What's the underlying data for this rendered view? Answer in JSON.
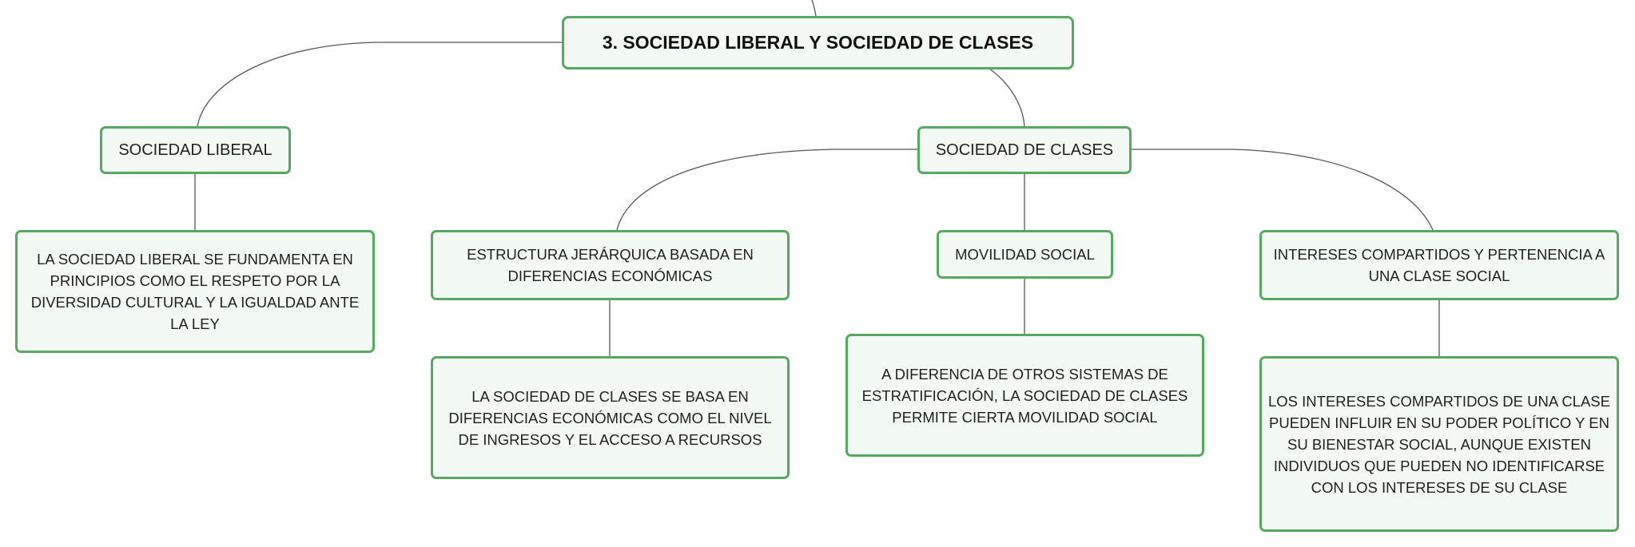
{
  "mindmap": {
    "root": {
      "label": "3. SOCIEDAD LIBERAL Y SOCIEDAD DE CLASES"
    },
    "branches": [
      {
        "label": "SOCIEDAD LIBERAL",
        "children": [
          {
            "label": "LA SOCIEDAD LIBERAL SE FUNDAMENTA EN PRINCIPIOS COMO EL RESPETO POR LA DIVERSIDAD CULTURAL Y LA IGUALDAD ANTE LA LEY"
          }
        ]
      },
      {
        "label": "SOCIEDAD DE CLASES",
        "children": [
          {
            "label": "ESTRUCTURA JERÁRQUICA BASADA EN DIFERENCIAS ECONÓMICAS",
            "children": [
              {
                "label": "LA SOCIEDAD DE CLASES SE BASA EN DIFERENCIAS ECONÓMICAS COMO EL NIVEL DE INGRESOS Y EL ACCESO A RECURSOS"
              }
            ]
          },
          {
            "label": "MOVILIDAD SOCIAL",
            "children": [
              {
                "label": "A DIFERENCIA DE OTROS SISTEMAS DE ESTRATIFICACIÓN, LA SOCIEDAD DE CLASES PERMITE CIERTA MOVILIDAD SOCIAL"
              }
            ]
          },
          {
            "label": "INTERESES COMPARTIDOS Y PERTENENCIA A UNA CLASE SOCIAL",
            "children": [
              {
                "label": "LOS INTERESES COMPARTIDOS DE UNA CLASE PUEDEN INFLUIR EN SU PODER POLÍTICO Y EN SU BIENESTAR SOCIAL, AUNQUE EXISTEN INDIVIDUOS QUE PUEDEN NO IDENTIFICARSE CON LOS INTERESES DE SU CLASE"
              }
            ]
          }
        ]
      }
    ]
  },
  "colors": {
    "node_border": "#55aa5f",
    "node_fill": "#f3f9f4",
    "connector": "#555555"
  }
}
